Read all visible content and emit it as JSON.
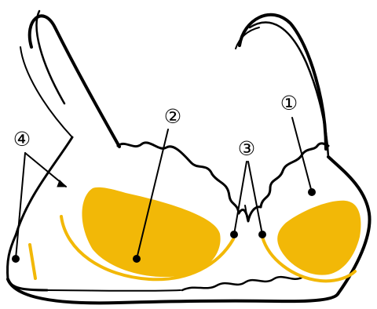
{
  "labels": {
    "one": "①",
    "two": "②",
    "three": "③",
    "four": "④"
  },
  "colors": {
    "pad": "#F2B807",
    "outline": "#000000",
    "background": "#FFFFFF"
  }
}
